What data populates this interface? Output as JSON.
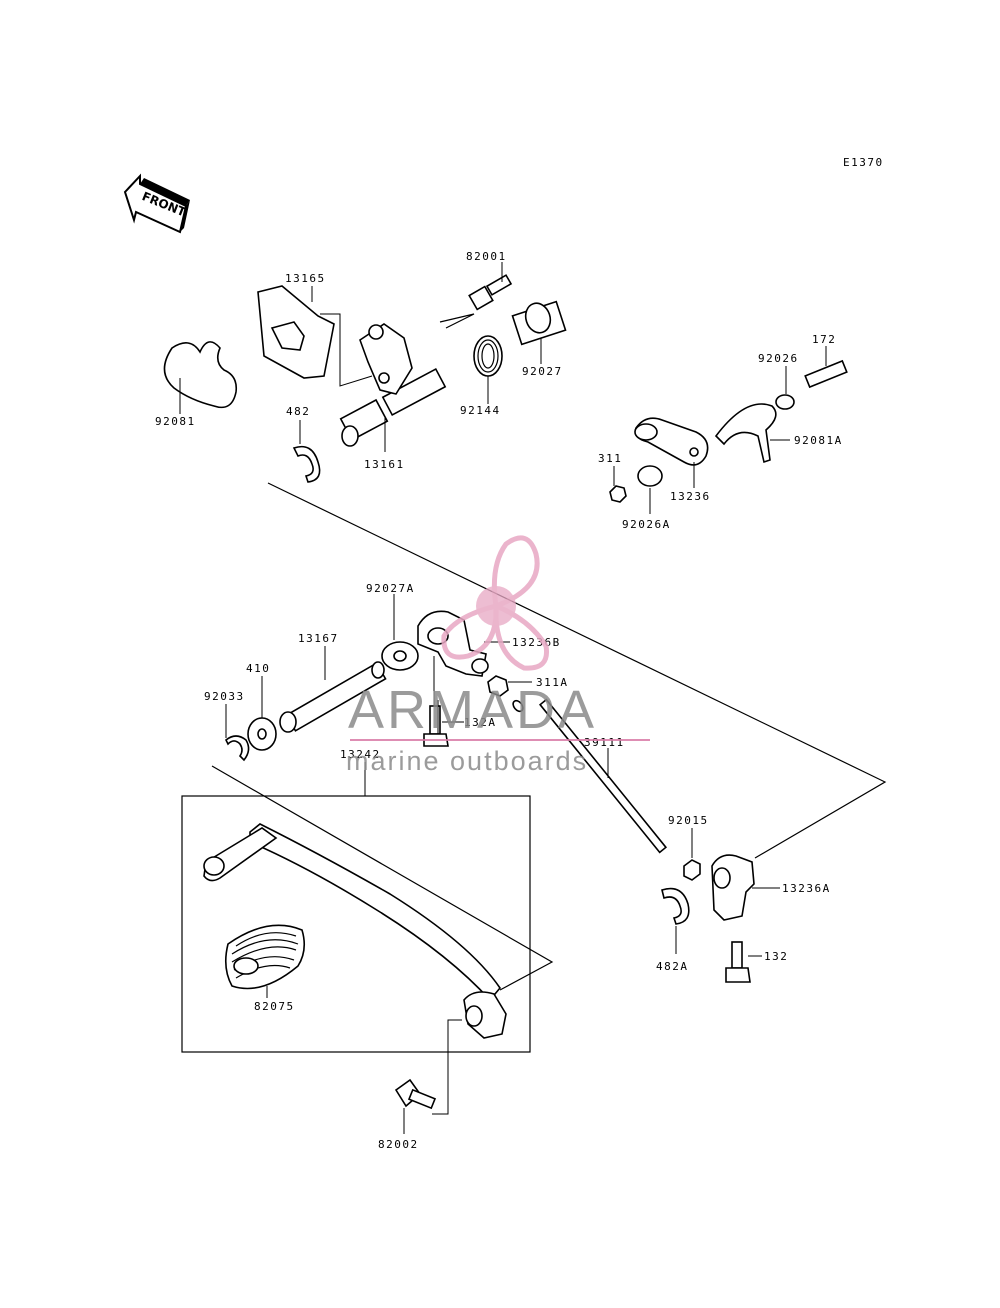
{
  "diagram": {
    "code": "E1370",
    "front_label": "FRONT",
    "parts": {
      "p13165": "13165",
      "p82001": "82001",
      "p92027": "92027",
      "p92081": "92081",
      "p92144": "92144",
      "p482": "482",
      "p13161": "13161",
      "p172": "172",
      "p92026": "92026",
      "p92081A": "92081A",
      "p311": "311",
      "p13236": "13236",
      "p92026A": "92026A",
      "p92027A": "92027A",
      "p13167": "13167",
      "p13236B": "13236B",
      "p410": "410",
      "p311A": "311A",
      "p92033": "92033",
      "p132A": "132A",
      "p13242": "13242",
      "p39111": "39111",
      "p92015": "92015",
      "p13236A": "13236A",
      "p482A": "482A",
      "p132": "132",
      "p82075": "82075",
      "p82002": "82002"
    }
  },
  "watermark": {
    "brand": "ARMADA",
    "tagline": "marine outboards",
    "colors": {
      "text": "#8a8a8a",
      "accent": "#e8a8c4",
      "line": "#d97aa6"
    }
  }
}
